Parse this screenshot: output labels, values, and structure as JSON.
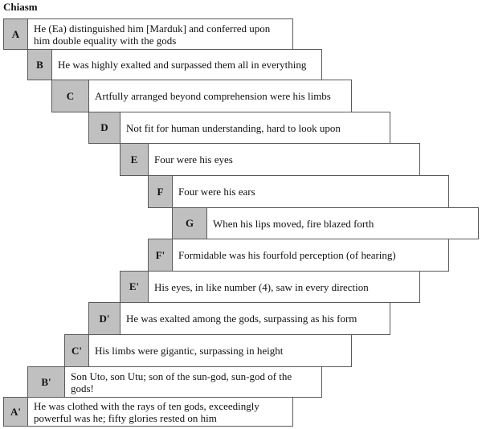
{
  "title": "Chiasm",
  "rows": [
    {
      "label": "A",
      "text": "He (Ea) distinguished him [Marduk] and conferred upon him double equality with the gods"
    },
    {
      "label": "B",
      "text": "He was highly exalted and surpassed them all in everything"
    },
    {
      "label": "C",
      "text": "Artfully arranged beyond comprehension were his limbs"
    },
    {
      "label": "D",
      "text": "Not fit for human understanding, hard to look upon"
    },
    {
      "label": "E",
      "text": "Four were his eyes"
    },
    {
      "label": "F",
      "text": "Four were his ears"
    },
    {
      "label": "G",
      "text": "When his lips moved, fire blazed forth"
    },
    {
      "label": "F'",
      "text": "Formidable was his fourfold perception (of hearing)"
    },
    {
      "label": "E'",
      "text": "His eyes, in like number (4), saw in every direction"
    },
    {
      "label": "D'",
      "text": "He was exalted among the gods, surpassing as his form"
    },
    {
      "label": "C'",
      "text": "His limbs were gigantic, surpassing in height"
    },
    {
      "label": "B'",
      "text": "Son Uto, son Utu; son of the sun-god, sun-god of the gods!"
    },
    {
      "label": "A'",
      "text": "He was clothed with the rays of ten gods, exceedingly powerful was he; fifty glories rested on him"
    }
  ]
}
